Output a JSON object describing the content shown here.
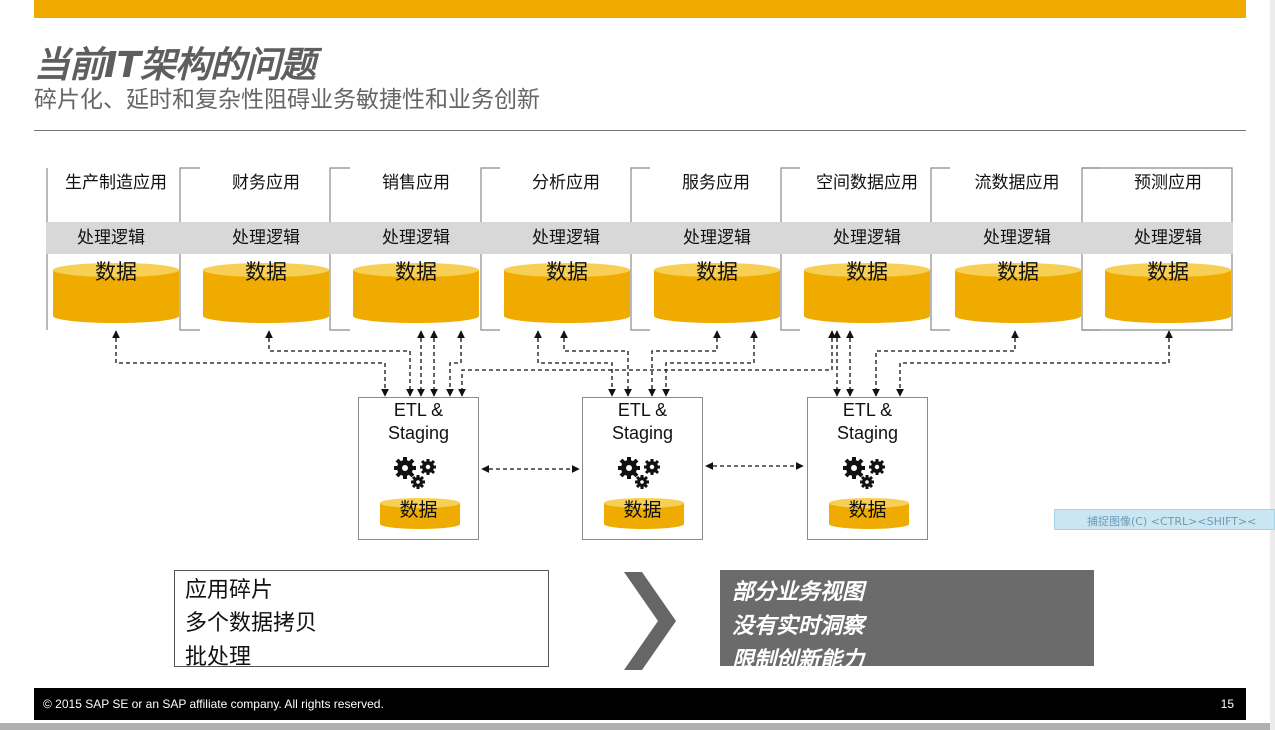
{
  "header": {
    "title": "当前IT架构的问题",
    "subtitle": "碎片化、延时和复杂性阻碍业务敏捷性和业务创新"
  },
  "apps": [
    {
      "name": "生产制造应用",
      "logic": "处理逻辑",
      "data": "数据"
    },
    {
      "name": "财务应用",
      "logic": "处理逻辑",
      "data": "数据"
    },
    {
      "name": "销售应用",
      "logic": "处理逻辑",
      "data": "数据"
    },
    {
      "name": "分析应用",
      "logic": "处理逻辑",
      "data": "数据"
    },
    {
      "name": "服务应用",
      "logic": "处理逻辑",
      "data": "数据"
    },
    {
      "name": "空间数据应用",
      "logic": "处理逻辑",
      "data": "数据"
    },
    {
      "name": "流数据应用",
      "logic": "处理逻辑",
      "data": "数据"
    },
    {
      "name": "预测应用",
      "logic": "处理逻辑",
      "data": "数据"
    }
  ],
  "etl": [
    {
      "line1": "ETL &",
      "line2": "Staging",
      "data": "数据"
    },
    {
      "line1": "ETL &",
      "line2": "Staging",
      "data": "数据"
    },
    {
      "line1": "ETL &",
      "line2": "Staging",
      "data": "数据"
    }
  ],
  "problems": [
    "应用碎片",
    "多个数据拷贝",
    "批处理"
  ],
  "consequences": [
    "部分业务视图",
    "没有实时洞察",
    "限制创新能力"
  ],
  "footer": {
    "copyright": "© 2015 SAP SE or an SAP affiliate company. All rights reserved.",
    "page": "15"
  },
  "overlay": {
    "capture_hint": "捕捉图像(C)    <CTRL><SHIFT><"
  },
  "colors": {
    "accent": "#f0ab00",
    "cylinder_top": "#f8cf55",
    "logic_band": "#d8d8d8",
    "consequence_box": "#6b6b6b",
    "chevron": "#666666"
  }
}
